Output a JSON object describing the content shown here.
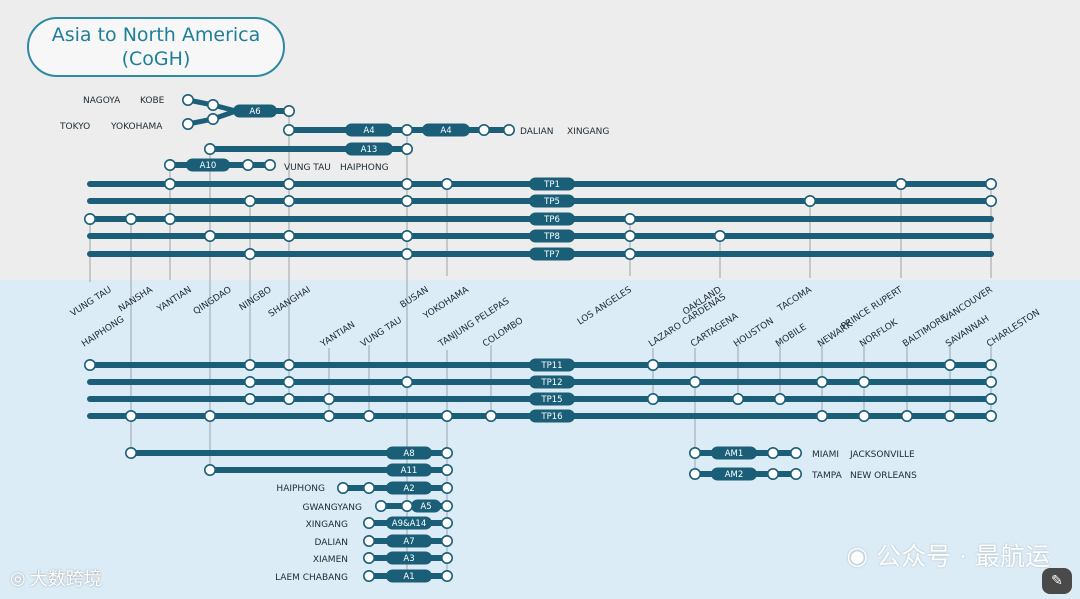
{
  "title": {
    "line1": "Asia to North America",
    "line2": "(CoGH)"
  },
  "colors": {
    "route": "#1a5e78",
    "node_fill": "#ffffff",
    "text": "#1d2a33",
    "accent": "#1e7f99",
    "asia_band": "#ededed",
    "na_band": "#dcecf6"
  },
  "trunk_services_top": [
    "TP1",
    "TP5",
    "TP6",
    "TP8",
    "TP7"
  ],
  "trunk_services_bottom": [
    "TP11",
    "TP12",
    "TP15",
    "TP16"
  ],
  "feeder_services": [
    "A6",
    "A4",
    "A4",
    "A13",
    "A10",
    "A8",
    "A11",
    "A2",
    "A5",
    "A9&A14",
    "A7",
    "A3",
    "A1",
    "AM1",
    "AM2"
  ],
  "feeder_ports": {
    "a6": [
      "NAGOYA",
      "KOBE",
      "TOKYO",
      "YOKOHAMA"
    ],
    "a4": [
      "DALIAN",
      "XINGANG"
    ],
    "a10": [
      "VUNG TAU",
      "HAIPHONG"
    ],
    "a2": "HAIPHONG",
    "a5": "GWANGYANG",
    "a9": "XINGANG",
    "a7": "DALIAN",
    "a3": "XIAMEN",
    "a1": "LAEM CHABANG",
    "am1": [
      "MIAMI",
      "JACKSONVILLE"
    ],
    "am2": [
      "TAMPA",
      "NEW ORLEANS"
    ]
  },
  "asia_ports_upper": [
    "VUNG TAU",
    "NANSHA",
    "YANTIAN",
    "QINGDAO",
    "NINGBO",
    "SHANGHAI",
    "BUSAN",
    "YOKOHAMA"
  ],
  "asia_ports_lower": [
    "HAIPHONG",
    "YANTIAN",
    "VUNG TAU",
    "TANJUNG PELEPAS",
    "COLOMBO"
  ],
  "na_ports_upper": [
    "LOS ANGELES",
    "OAKLAND",
    "TACOMA",
    "PRINCE RUPERT",
    "VANCOUVER"
  ],
  "na_ports_lower": [
    "LAZARO CARDENAS",
    "CARTAGENA",
    "HOUSTON",
    "MOBILE",
    "NEWARK",
    "NORFLOK",
    "BALTIMORE",
    "SAVANNAH",
    "CHARLESTON"
  ],
  "watermark_right": "公众号 · 最航运",
  "watermark_left": "大数跨境"
}
